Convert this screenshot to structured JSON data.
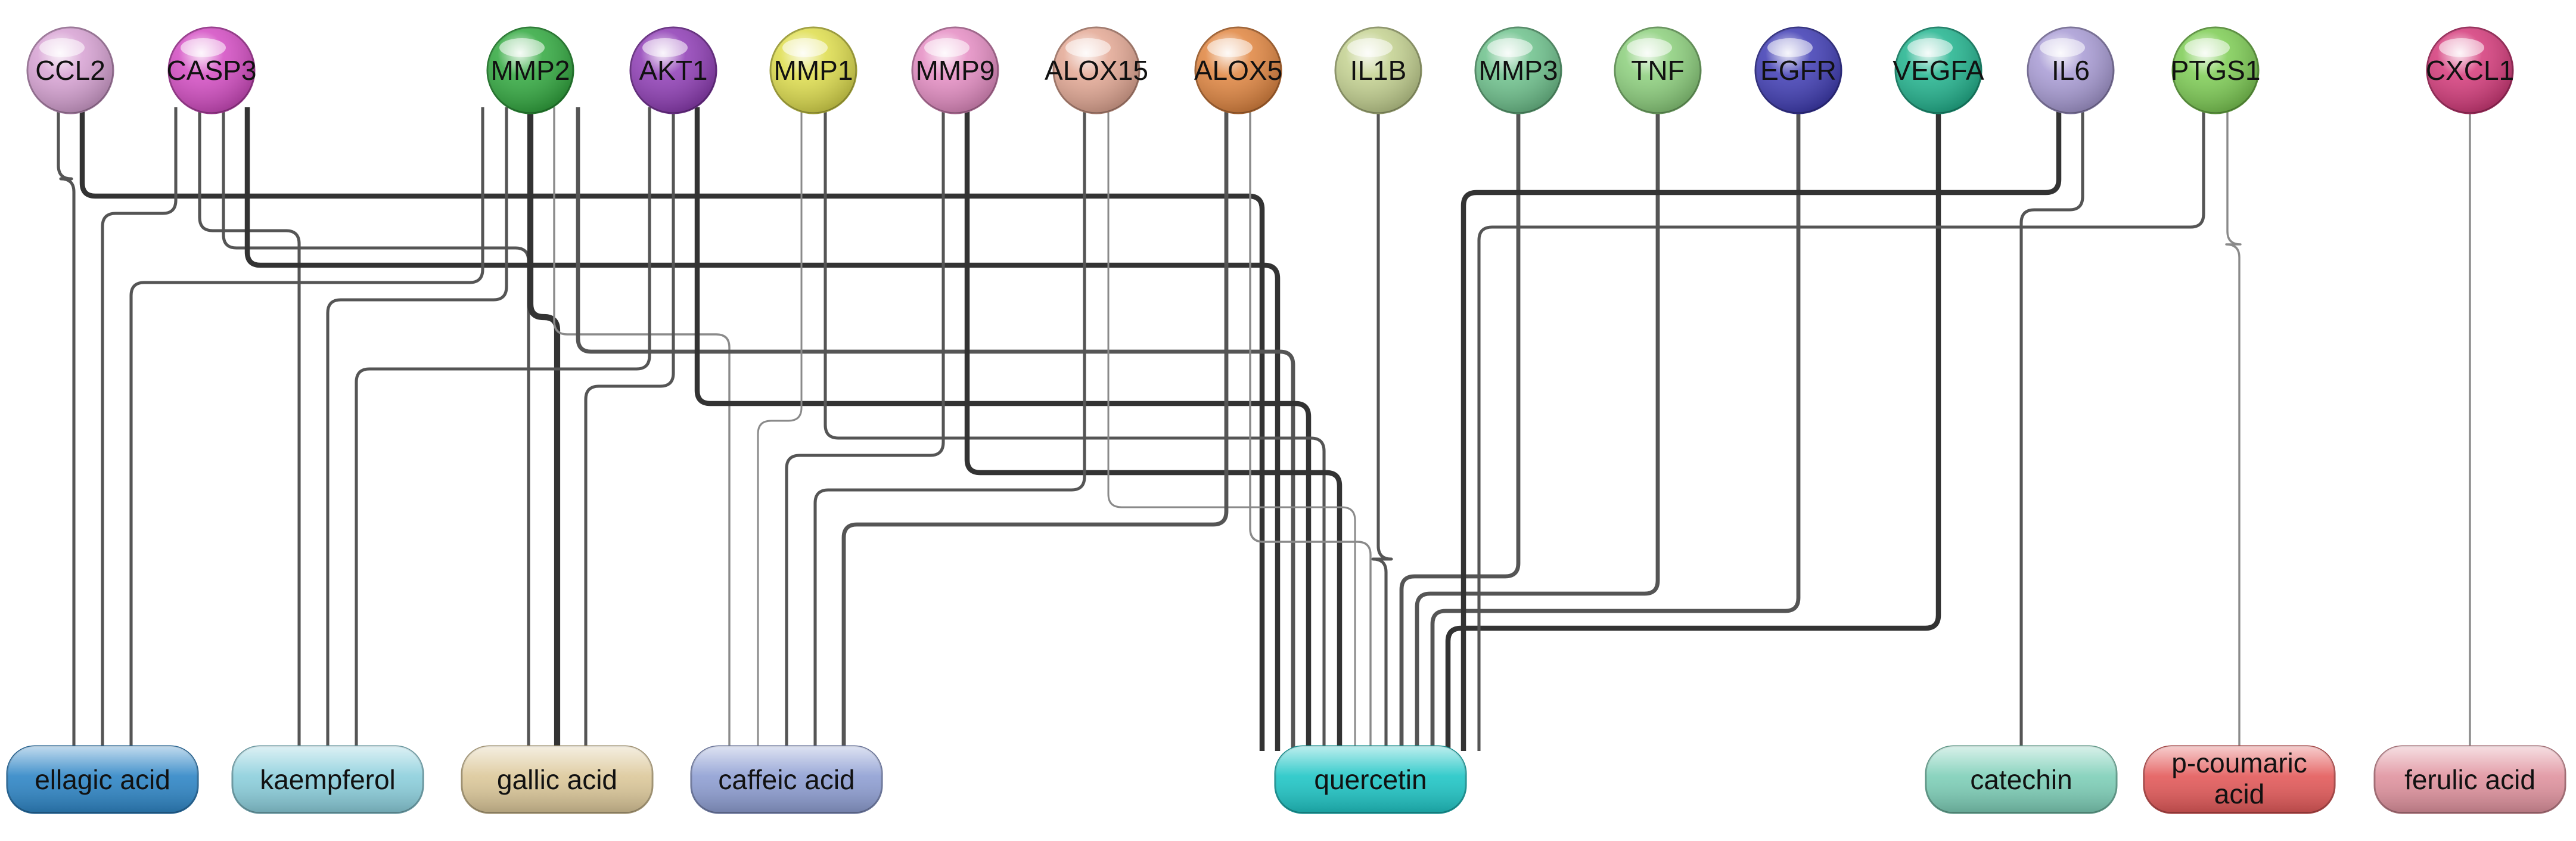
{
  "genes": [
    {
      "id": "CCL2",
      "label": "CCL2",
      "color": "#d7a1d3"
    },
    {
      "id": "CASP3",
      "label": "CASP3",
      "color": "#d34ac2"
    },
    {
      "id": "MMP2",
      "label": "MMP2",
      "color": "#2fa83d"
    },
    {
      "id": "AKT1",
      "label": "AKT1",
      "color": "#8e3bb5"
    },
    {
      "id": "MMP1",
      "label": "MMP1",
      "color": "#dedd4b"
    },
    {
      "id": "MMP9",
      "label": "MMP9",
      "color": "#e58cc3"
    },
    {
      "id": "ALOX15",
      "label": "ALOX15",
      "color": "#e3a793"
    },
    {
      "id": "ALOX5",
      "label": "ALOX5",
      "color": "#e0843e"
    },
    {
      "id": "IL1B",
      "label": "IL1B",
      "color": "#c3d18f"
    },
    {
      "id": "MMP3",
      "label": "MMP3",
      "color": "#6cc18b"
    },
    {
      "id": "TNF",
      "label": "TNF",
      "color": "#8bcf7b"
    },
    {
      "id": "EGFR",
      "label": "EGFR",
      "color": "#3d3ab3"
    },
    {
      "id": "VEGFA",
      "label": "VEGFA",
      "color": "#1fb38d"
    },
    {
      "id": "IL6",
      "label": "IL6",
      "color": "#a79ad4"
    },
    {
      "id": "PTGS1",
      "label": "PTGS1",
      "color": "#7ccc52"
    },
    {
      "id": "CXCL1",
      "label": "CXCL1",
      "color": "#d43879"
    }
  ],
  "compounds": [
    {
      "id": "ellagic",
      "label": "ellagic acid",
      "color": "#2f86c6"
    },
    {
      "id": "kaempferol",
      "label": "kaempferol",
      "color": "#8ccfdc"
    },
    {
      "id": "gallic",
      "label": "gallic acid",
      "color": "#dcc89a"
    },
    {
      "id": "caffeic",
      "label": "caffeic acid",
      "color": "#8f9fd3"
    },
    {
      "id": "quercetin",
      "label": "quercetin",
      "color": "#20c6c6"
    },
    {
      "id": "catechin",
      "label": "catechin",
      "color": "#7ecfb8"
    },
    {
      "id": "pcoumaric",
      "label": "p-coumaric acid",
      "color": "#e35a5a"
    },
    {
      "id": "ferulic",
      "label": "ferulic acid",
      "color": "#e0939f"
    }
  ],
  "edges": [
    [
      "CCL2",
      "ellagic",
      6
    ],
    [
      "CCL2",
      "quercetin",
      10
    ],
    [
      "CASP3",
      "ellagic",
      6
    ],
    [
      "CASP3",
      "kaempferol",
      6
    ],
    [
      "CASP3",
      "gallic",
      6
    ],
    [
      "CASP3",
      "quercetin",
      10
    ],
    [
      "MMP2",
      "ellagic",
      6
    ],
    [
      "MMP2",
      "kaempferol",
      6
    ],
    [
      "MMP2",
      "gallic",
      12
    ],
    [
      "MMP2",
      "caffeic",
      4
    ],
    [
      "MMP2",
      "quercetin",
      8
    ],
    [
      "AKT1",
      "kaempferol",
      6
    ],
    [
      "AKT1",
      "gallic",
      6
    ],
    [
      "AKT1",
      "quercetin",
      10
    ],
    [
      "MMP1",
      "caffeic",
      3
    ],
    [
      "MMP1",
      "quercetin",
      6
    ],
    [
      "MMP9",
      "caffeic",
      6
    ],
    [
      "MMP9",
      "quercetin",
      10
    ],
    [
      "ALOX15",
      "caffeic",
      6
    ],
    [
      "ALOX15",
      "quercetin",
      3
    ],
    [
      "ALOX5",
      "caffeic",
      8
    ],
    [
      "ALOX5",
      "quercetin",
      4
    ],
    [
      "IL1B",
      "quercetin",
      6
    ],
    [
      "MMP3",
      "quercetin",
      8
    ],
    [
      "TNF",
      "quercetin",
      8
    ],
    [
      "EGFR",
      "quercetin",
      8
    ],
    [
      "VEGFA",
      "quercetin",
      10
    ],
    [
      "IL6",
      "quercetin",
      10
    ],
    [
      "IL6",
      "catechin",
      6
    ],
    [
      "PTGS1",
      "quercetin",
      6
    ],
    [
      "PTGS1",
      "pcoumaric",
      4
    ],
    [
      "CXCL1",
      "ferulic",
      4
    ]
  ]
}
